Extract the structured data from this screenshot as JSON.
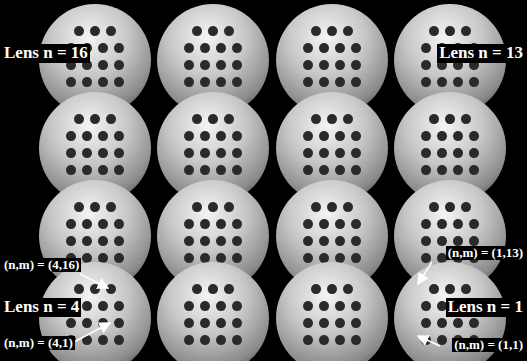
{
  "diagram": {
    "labels": [
      "Lens n = 16",
      "Lens n = 13",
      "(n,m) = (4,16)",
      "(n,m) = (1,13)",
      "Lens n = 4",
      "Lens n = 1",
      "(n,m) = (4,1)",
      "(n,m) = (1,1)"
    ]
  }
}
